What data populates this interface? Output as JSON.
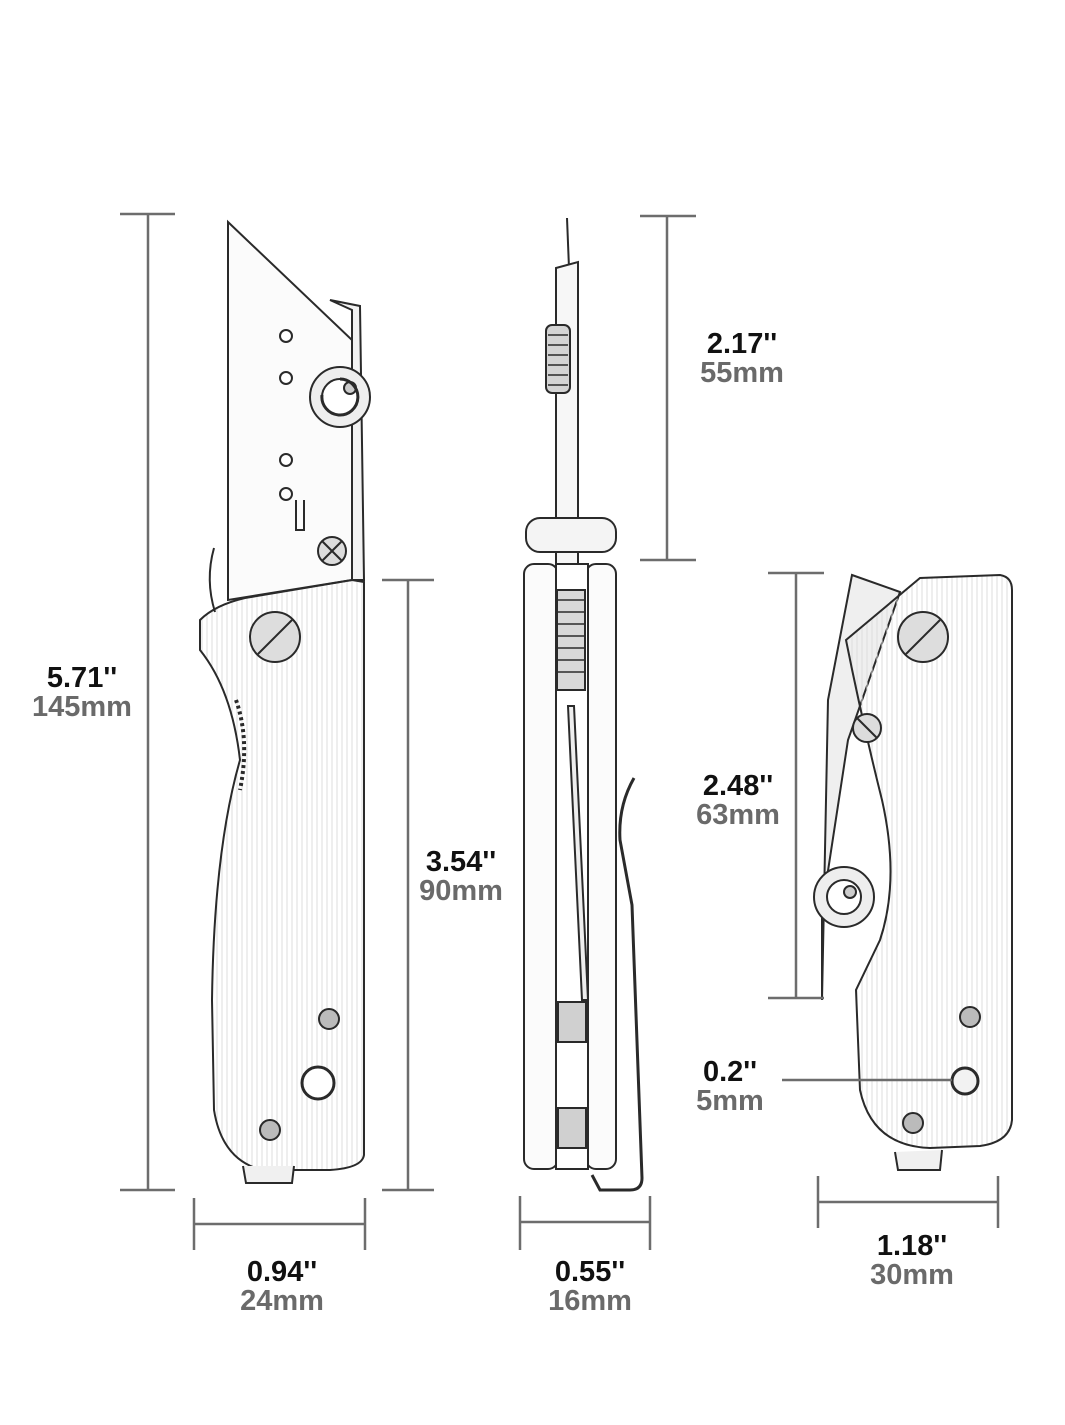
{
  "colors": {
    "dimension_line": "#6d6d6d",
    "inch_text": "#111111",
    "mm_text": "#6a6a6a",
    "sketch": "#2a2a2a"
  },
  "views": {
    "front": {
      "total_height": {
        "in": "5.71''",
        "mm": "145mm"
      },
      "handle_height": {
        "in": "3.54''",
        "mm": "90mm"
      },
      "width": {
        "in": "0.94''",
        "mm": "24mm"
      }
    },
    "side": {
      "blade_length": {
        "in": "2.17''",
        "mm": "55mm"
      },
      "thickness": {
        "in": "0.55''",
        "mm": "16mm"
      }
    },
    "closed": {
      "blade_length": {
        "in": "2.48''",
        "mm": "63mm"
      },
      "hole": {
        "in": "0.2''",
        "mm": "5mm"
      },
      "width": {
        "in": "1.18''",
        "mm": "30mm"
      }
    }
  }
}
